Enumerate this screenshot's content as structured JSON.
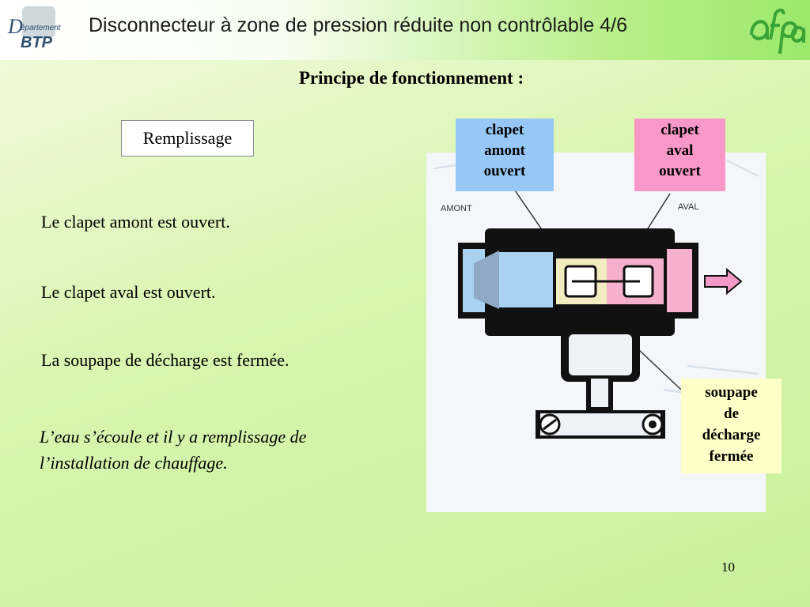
{
  "header": {
    "title": "Disconnecteur à zone de pression réduite non contrôlable 4/6",
    "logo_left_text": "Département BTP",
    "logo_right_text": "afpa"
  },
  "slide": {
    "subtitle": "Principe de fonctionnement :",
    "mode_label": "Remplissage",
    "lines": [
      "Le clapet amont est ouvert.",
      "Le clapet aval est ouvert.",
      "La soupape de décharge est fermée."
    ],
    "paragraph_line1": "L’eau s’écoule et il y a remplissage de",
    "paragraph_line2": "l’installation de chauffage.",
    "page_number": "10"
  },
  "diagram": {
    "label_amont": "AMONT",
    "label_aval": "AVAL",
    "callouts": {
      "clapet_amont": [
        "clapet",
        "amont",
        "ouvert"
      ],
      "clapet_aval": [
        "clapet",
        "aval",
        "ouvert"
      ],
      "soupape": [
        "soupape",
        "de",
        "décharge",
        "fermée"
      ]
    }
  },
  "colors": {
    "upstream_blue": "#97c8f5",
    "downstream_pink": "#f898c8",
    "valve_yellow": "#ffffc8",
    "accent_green": "#9be86a"
  }
}
